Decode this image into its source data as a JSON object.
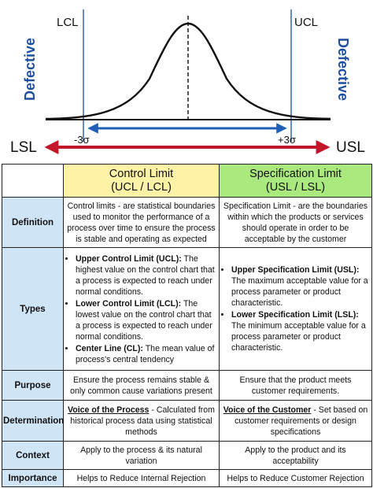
{
  "diagram": {
    "lcl": "LCL",
    "ucl": "UCL",
    "lsl": "LSL",
    "usl": "USL",
    "left_side": "Defective",
    "right_side": "Defective",
    "minus_sigma": "-3σ",
    "plus_sigma": "+3σ",
    "colors": {
      "arrow_red": "#c4162a",
      "arrow_blue": "#1f5fb8",
      "ucl_line": "#3f6fb5",
      "side_text": "#1c4f9c"
    }
  },
  "table": {
    "headers": {
      "control": {
        "title": "Control Limit",
        "sub": "(UCL / LCL)"
      },
      "spec": {
        "title": "Specification Limit",
        "sub": "(USL / LSL)"
      }
    },
    "rows": {
      "definition": {
        "label": "Definition",
        "control": "Control limits - are statistical boundaries used to monitor the performance of a process over time to ensure the process is stable and operating as expected",
        "spec": "Specification Limit - are the boundaries within which the products or services should operate in order to be acceptable by the customer"
      },
      "types": {
        "label": "Types",
        "control": [
          {
            "term": "Upper Control Limit (UCL):",
            "text": "The highest value on the control chart that a process is expected to reach under normal conditions."
          },
          {
            "term": "Lower Control Limit (LCL):",
            "text": "The lowest value on the control chart that a process is expected to reach under normal conditions."
          },
          {
            "term": "Center Line (CL):",
            "text": "The mean value of process's central tendency"
          }
        ],
        "spec": [
          {
            "term": "Upper Specification Limit (USL):",
            "text": "The maximum acceptable value for a process parameter or product characteristic."
          },
          {
            "term": "Lower Specification Limit (LSL):",
            "text": "The minimum acceptable value for a process parameter or product characteristic."
          }
        ]
      },
      "purpose": {
        "label": "Purpose",
        "control": "Ensure the process remains stable & only common cause variations present",
        "spec": "Ensure that the product meets customer requirements."
      },
      "determination": {
        "label": "Determination",
        "control_term": "Voice of the Process",
        "control": " - Calculated from historical process data using statistical methods",
        "spec_term": "Voice of the Customer",
        "spec": " - Set based on customer requirements or design specifications"
      },
      "context": {
        "label": "Context",
        "control": "Apply to the process & its natural variation",
        "spec": "Apply to the product and its acceptability"
      },
      "importance": {
        "label": "Importance",
        "control": "Helps to Reduce Internal Rejection",
        "spec": "Helps to Reduce Customer Rejection"
      }
    }
  }
}
